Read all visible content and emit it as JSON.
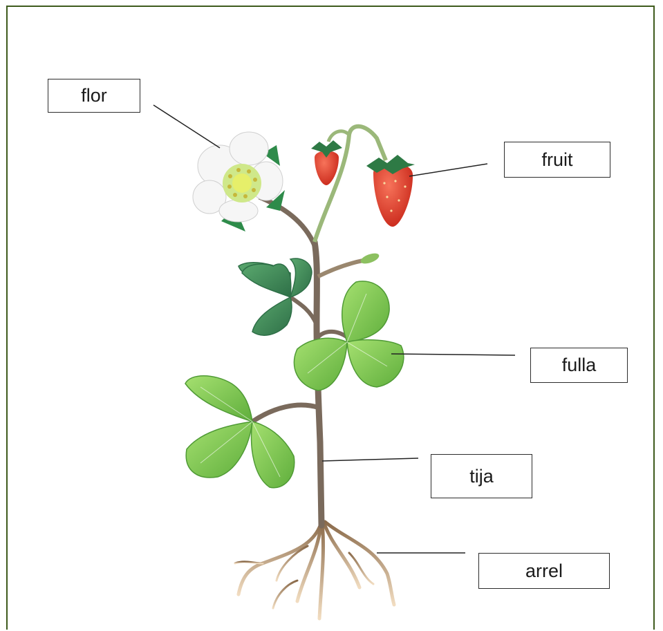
{
  "labels": {
    "flor": "flor",
    "fruit": "fruit",
    "fulla": "fulla",
    "tija": "tija",
    "arrel": "arrel"
  },
  "colors": {
    "frame_border": "#3e5a1c",
    "stem": "#7a6a5c",
    "leaf_light": "#8ed35a",
    "leaf_dark": "#3f8a5a",
    "petal": "#f4f4f4",
    "strawberry": "#e0402a",
    "root": "#d9b48a",
    "leader_line": "#222222"
  }
}
